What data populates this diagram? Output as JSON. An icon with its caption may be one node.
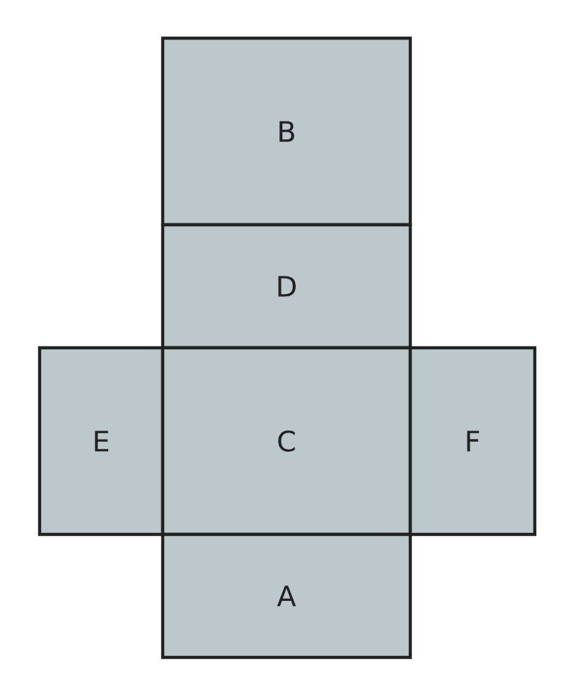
{
  "diagram": {
    "nodes": [
      {
        "text": [
          "B"
        ]
      },
      {
        "text": [
          "D"
        ]
      },
      {
        "text": [
          "E"
        ]
      },
      {
        "text": [
          "C"
        ]
      },
      {
        "text": [
          "F"
        ]
      },
      {
        "text": [
          "A"
        ]
      }
    ]
  }
}
